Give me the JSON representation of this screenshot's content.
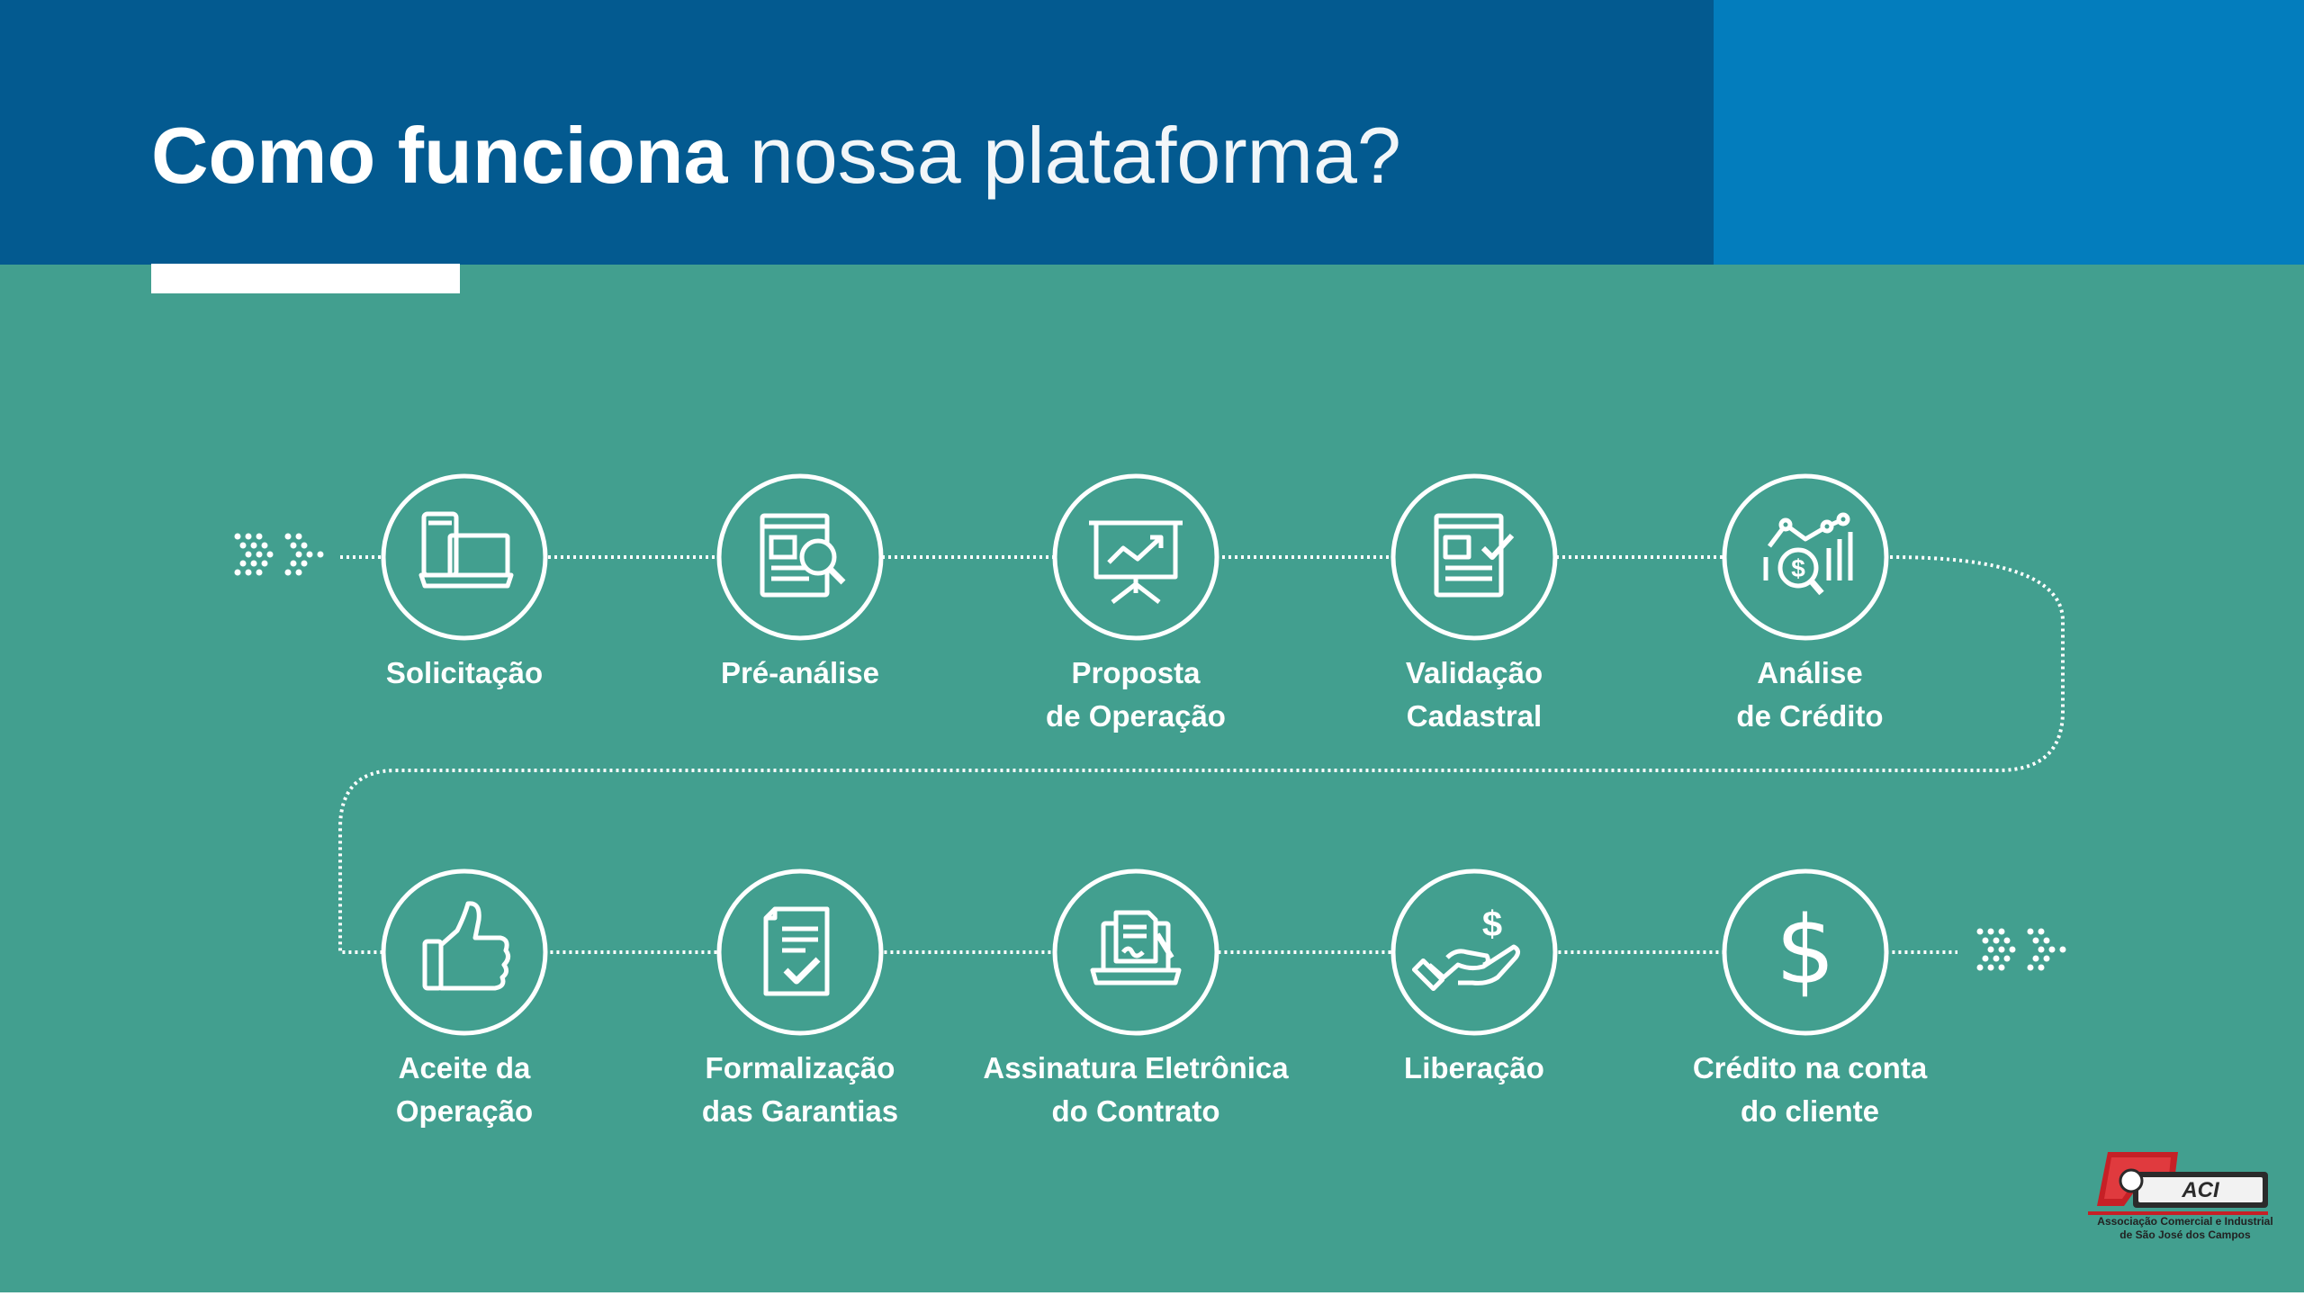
{
  "header": {
    "title_bold": "Como funciona",
    "title_light": "nossa plataforma?",
    "color": "#035a90",
    "accent_color": "#037dbd"
  },
  "background_color": "#429f8f",
  "steps": [
    {
      "label": "Solicitação",
      "icon": "devices-icon"
    },
    {
      "label": "Pré-análise",
      "icon": "document-search-icon"
    },
    {
      "label": "Proposta\nde Operação",
      "icon": "presentation-chart-icon"
    },
    {
      "label": "Validação\nCadastral",
      "icon": "document-check-icon"
    },
    {
      "label": "Análise\nde Crédito",
      "icon": "financial-analysis-icon"
    },
    {
      "label": "Aceite da\nOperação",
      "icon": "thumbs-up-icon"
    },
    {
      "label": "Formalização\ndas Garantias",
      "icon": "signed-document-icon"
    },
    {
      "label": "Assinatura Eletrônica\ndo Contrato",
      "icon": "laptop-signature-icon"
    },
    {
      "label": "Liberação",
      "icon": "hand-money-icon"
    },
    {
      "label": "Crédito na conta\ndo cliente",
      "icon": "dollar-icon"
    }
  ],
  "logo": {
    "name": "ACI",
    "caption": "Associação Comercial e Industrial\nde São José dos Campos"
  }
}
